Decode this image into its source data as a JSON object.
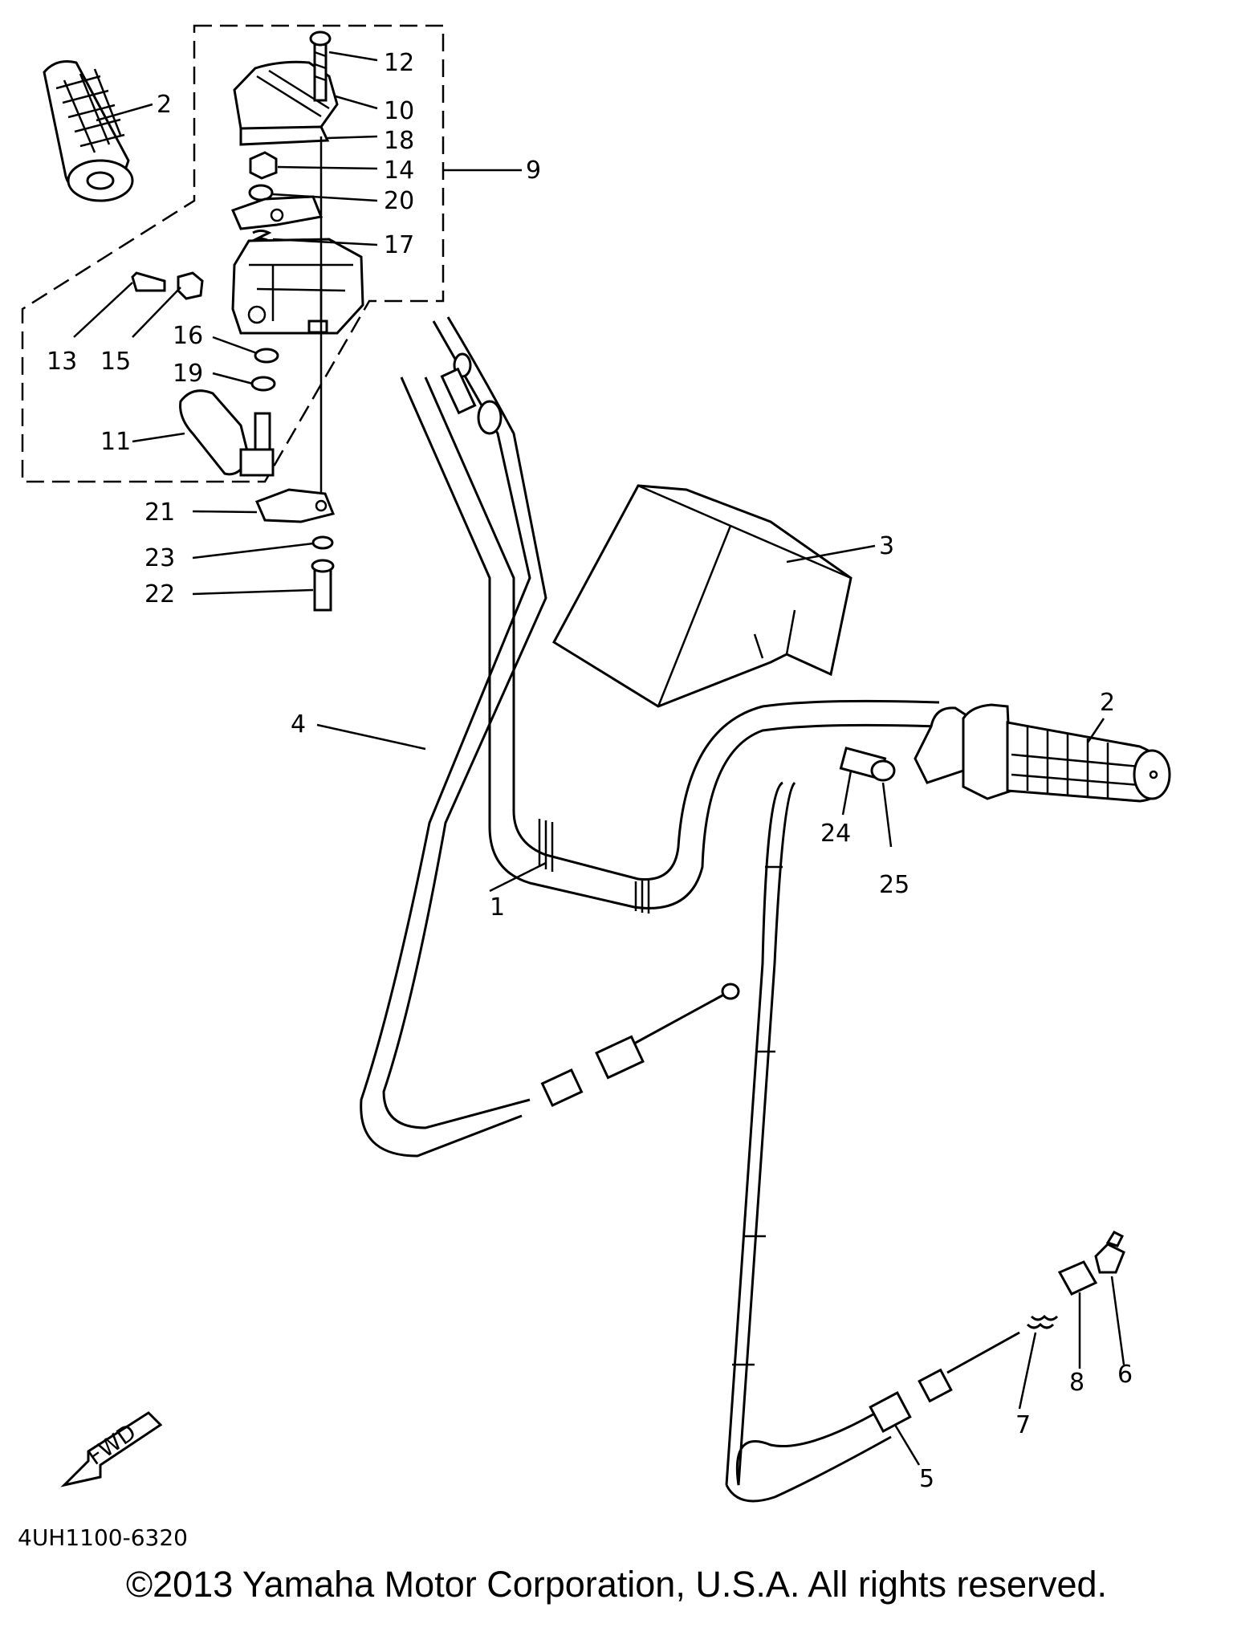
{
  "diagram_code": "4UH1100-6320",
  "fwd_label": "FWD",
  "copyright": "©2013 Yamaha Motor Corporation, U.S.A. All rights reserved.",
  "callouts": [
    {
      "id": "c1",
      "text": "1"
    },
    {
      "id": "c2a",
      "text": "2"
    },
    {
      "id": "c2b",
      "text": "2"
    },
    {
      "id": "c3",
      "text": "3"
    },
    {
      "id": "c4",
      "text": "4"
    },
    {
      "id": "c5",
      "text": "5"
    },
    {
      "id": "c6",
      "text": "6"
    },
    {
      "id": "c7",
      "text": "7"
    },
    {
      "id": "c8",
      "text": "8"
    },
    {
      "id": "c9",
      "text": "9"
    },
    {
      "id": "c10",
      "text": "10"
    },
    {
      "id": "c11",
      "text": "11"
    },
    {
      "id": "c12",
      "text": "12"
    },
    {
      "id": "c13",
      "text": "13"
    },
    {
      "id": "c14",
      "text": "14"
    },
    {
      "id": "c15",
      "text": "15"
    },
    {
      "id": "c16",
      "text": "16"
    },
    {
      "id": "c17",
      "text": "17"
    },
    {
      "id": "c18",
      "text": "18"
    },
    {
      "id": "c19",
      "text": "19"
    },
    {
      "id": "c20",
      "text": "20"
    },
    {
      "id": "c21",
      "text": "21"
    },
    {
      "id": "c22",
      "text": "22"
    },
    {
      "id": "c23",
      "text": "23"
    },
    {
      "id": "c24",
      "text": "24"
    },
    {
      "id": "c25",
      "text": "25"
    }
  ]
}
